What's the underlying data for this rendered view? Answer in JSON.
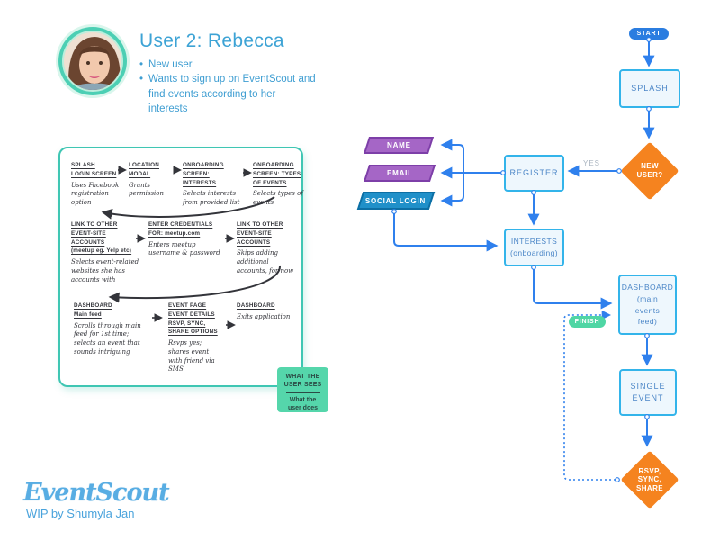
{
  "persona": {
    "title": "User 2: Rebecca",
    "bullets": [
      "New user",
      "Wants to sign up on EventScout and find events according to her interests"
    ]
  },
  "sketch": {
    "rows": [
      {
        "cells": [
          {
            "sees": "SPLASH\nLOGIN SCREEN",
            "does": "Uses Facebook registration option"
          },
          {
            "sees": "LOCATION\nMODAL",
            "does": "Grants permission"
          },
          {
            "sees": "ONBOARDING\nSCREEN: INTERESTS",
            "does": "Selects interests from provided list"
          },
          {
            "sees": "ONBOARDING\nSCREEN: TYPES\nOF EVENTS",
            "does": "Selects types of events"
          }
        ]
      },
      {
        "cells": [
          {
            "sees": "LINK TO OTHER\nEVENT-SITE\nACCOUNTS\n(meetup eg. Yelp etc)",
            "does": "Selects event-related websites she has accounts with"
          },
          {
            "sees": "ENTER CREDENTIALS\nFOR: meetup.com",
            "does": "Enters meetup username & password"
          },
          {
            "sees": "LINK TO OTHER\nEVENT-SITE\nACCOUNTS",
            "does": "Skips adding additional accounts, for now"
          }
        ]
      },
      {
        "cells": [
          {
            "sees": "DASHBOARD\nMain feed",
            "does": "Scrolls through main feed for 1st time; selects an event that sounds intriguing"
          },
          {
            "sees": "EVENT PAGE\nEVENT DETAILS\nRSVP, SYNC,\nSHARE OPTIONS",
            "does": "Rsvps yes; shares event with friend via SMS"
          },
          {
            "sees": "DASHBOARD",
            "does": "Exits application"
          }
        ]
      }
    ],
    "legend": {
      "sees": "WHAT THE\nUSER SEES",
      "does": "What the\nuser does"
    }
  },
  "flowchart": {
    "start": "START",
    "splash": "SPLASH",
    "new_user": "NEW\nUSER?",
    "yes": "YES",
    "register": "REGISTER",
    "name": "NAME",
    "email": "EMAIL",
    "social_login": "SOCIAL LOGIN",
    "interests": "INTERESTS\n(onboarding)",
    "dashboard": "DASHBOARD\n(main\nevents\nfeed)",
    "finish": "FINISH",
    "single_event": "SINGLE\nEVENT",
    "rsvp": "RSVP,\nSYNC,\nSHARE"
  },
  "footer": {
    "logo": "EventScout",
    "credit": "WIP by Shumyla Jan"
  },
  "colors": {
    "accent_teal": "#4ccfb4",
    "panel_border": "#3fc6b3",
    "legend_bg": "#55d6ab",
    "flow_blue": "#2f80ed",
    "node_border": "#33b4ea",
    "node_fill": "#eef7fd",
    "node_text": "#4b86c7",
    "decision_orange": "#f5831f",
    "input_purple": "#a566c6",
    "social_blue": "#2090c9",
    "finish_green": "#4fd6a4",
    "heading_blue": "#3da3d5",
    "logo_blue": "#58ade3",
    "ink": "#33343a"
  }
}
